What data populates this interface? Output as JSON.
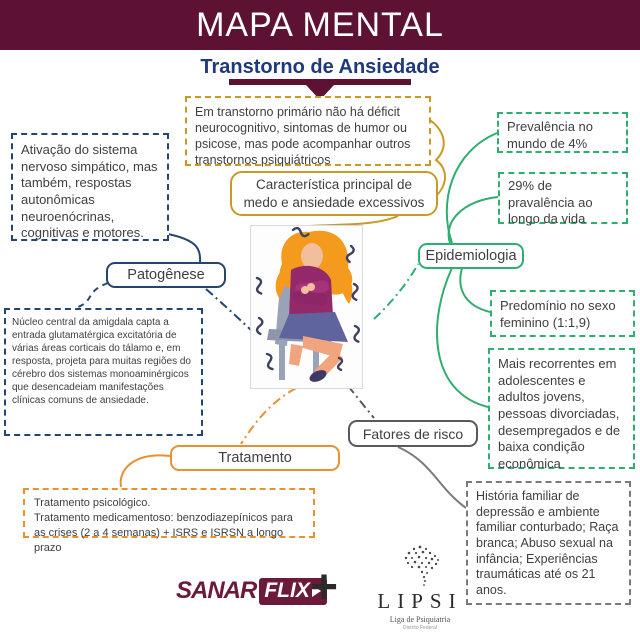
{
  "banner": {
    "title": "MAPA MENTAL"
  },
  "map": {
    "root": "Transtorno de Ansiedade",
    "top_note": "Em transtorno primário não há déficit neurocognitivo, sintomas de humor ou psicose, mas pode acompanhar outros transtornos psiquiátricos",
    "main_characteristic": "Característica principal de medo e ansiedade excessivos",
    "patogenese": {
      "label": "Patogênese",
      "note_ativacao": "Ativação do sistema nervoso simpático, mas também, respostas autonômicas neuroenócrinas, cognitivas e motores.",
      "note_nucleo": "Núcleo central da amigdala capta a entrada glutamatérgica excitatória de várias áreas corticais do tálamo e, em resposta, projeta para muitas regiões do cérebro dos sistemas monoaminérgicos que desencadeiam manifestações clínicas comuns de ansiedade."
    },
    "epidemiologia": {
      "label": "Epidemiologia",
      "notes": [
        "Prevalência no mundo de 4%",
        "29% de pravalência ao longo da vida",
        "Predomínio no sexo feminino (1:1,9)",
        "Mais recorrentes em adolescentes e adultos jovens, pessoas divorciadas, desempregados e de baixa condição econômica"
      ]
    },
    "fatores_risco": {
      "label": "Fatores de risco",
      "note": "História familiar de depressão e ambiente familiar conturbado; Raça branca; Abuso sexual na infância; Experiências traumáticas até os 21 anos."
    },
    "tratamento": {
      "label": "Tratamento",
      "note_line1": "Tratamento psicológico.",
      "note_line2": "Tratamento medicamentoso: benzodiazepínicos para as crises (2 a 4 semanas) + ISRS e ISRSN a longo prazo"
    }
  },
  "footer": {
    "sanar": "SANAR",
    "flix": "FLIX",
    "plus": "+",
    "lipsi": "LIPSI",
    "lipsi_sub": "Liga de Psiquiatria",
    "lipsi_sub2": "Distrito Federal"
  },
  "colors": {
    "banner_maroon": "#5e1233",
    "title_navy": "#1e3a7a",
    "branch_gold": "#c99b26",
    "branch_navy": "#24466e",
    "branch_green": "#2fae70",
    "branch_orange": "#e8922f",
    "branch_gray": "#7a7a7a"
  }
}
